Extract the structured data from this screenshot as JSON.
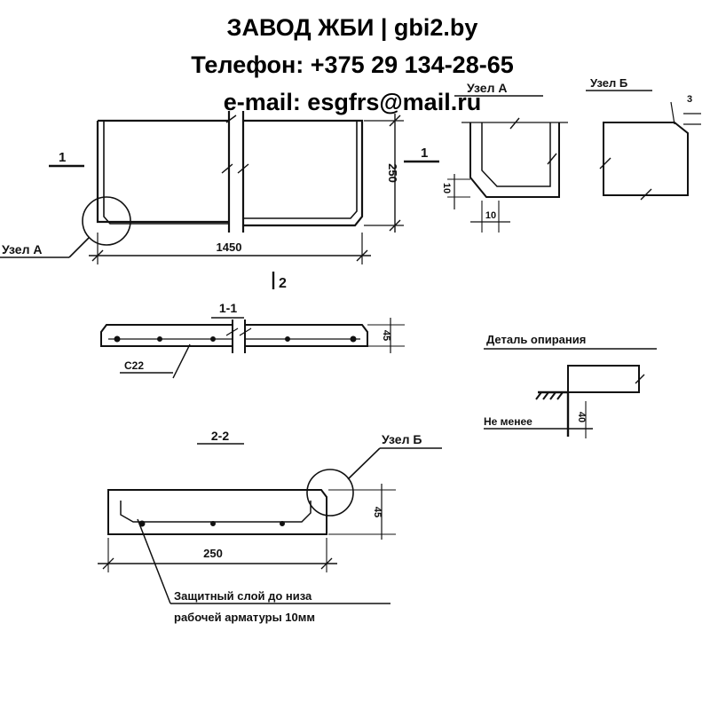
{
  "header": {
    "line1": "ЗАВОД ЖБИ | gbi2.by",
    "line2": "Телефон: +375 29 134-28-65",
    "line3": "e-mail: esgfrs@mail.ru"
  },
  "plan": {
    "section_mark_left": "1",
    "section_mark_right": "1",
    "length_dim": "1450",
    "width_dim": "250",
    "node_a_callout": "Узел А",
    "section_mark_bottom": "2"
  },
  "node_a": {
    "title": "Узел А",
    "dim_vertical": "10",
    "dim_horizontal": "10"
  },
  "node_b": {
    "title": "Узел Б",
    "dim_small": "3"
  },
  "section_1_1": {
    "title": "1-1",
    "thickness_dim": "45",
    "rebar_label": "С22"
  },
  "support_detail": {
    "title": "Деталь опирания",
    "min_label": "Не менее",
    "min_value": "40"
  },
  "section_2_2": {
    "title": "2-2",
    "width_dim": "250",
    "thickness_dim": "45",
    "node_b_callout": "Узел Б",
    "note_line1": "Защитный слой до низа",
    "note_line2": "рабочей арматуры 10мм"
  }
}
